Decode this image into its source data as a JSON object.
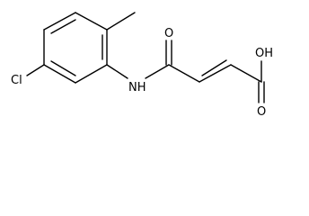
{
  "molecule": {
    "atom_labels": {
      "chlorine": "Cl",
      "amide_nitrogen": "NH",
      "amide_oxygen": "O",
      "hydroxyl": "OH",
      "acid_oxygen": "O"
    }
  }
}
